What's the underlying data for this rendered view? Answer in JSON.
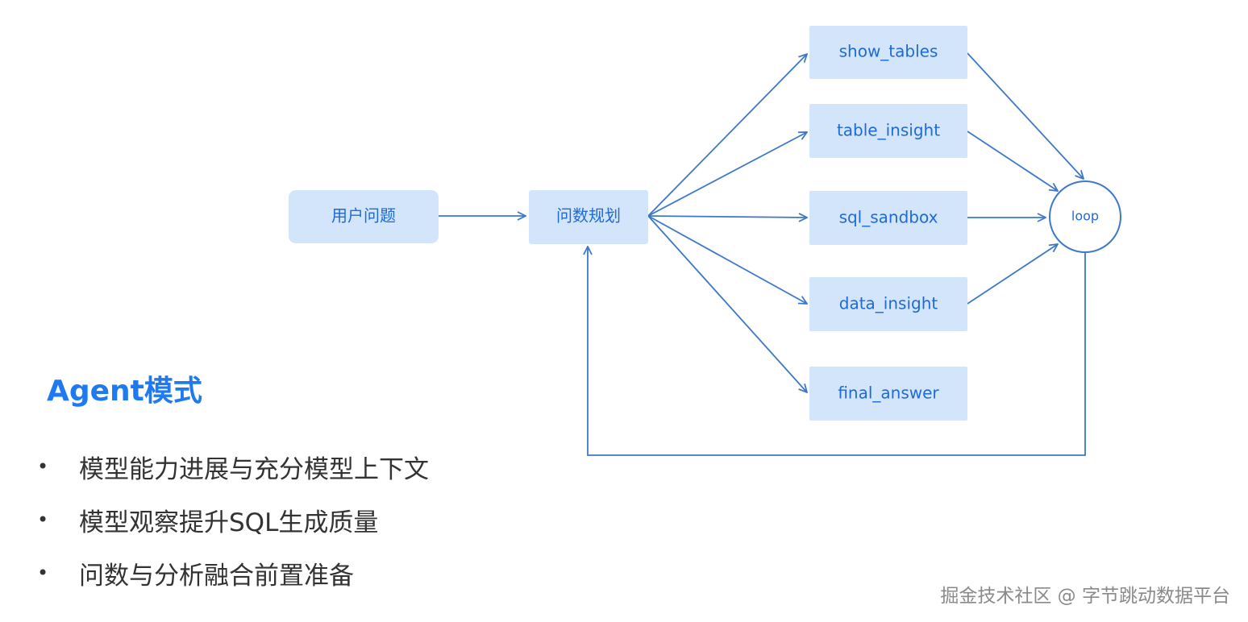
{
  "diagram": {
    "nodes": {
      "user_question": "用户问题",
      "planning": "问数规划",
      "show_tables": "show_tables",
      "table_insight": "table_insight",
      "sql_sandbox": "sql_sandbox",
      "data_insight": "data_insight",
      "final_answer": "final_answer",
      "loop": "loop"
    },
    "colors": {
      "node_fill": "#d3e5fb",
      "node_text": "#1f6ad6",
      "edge": "#3d78c9"
    }
  },
  "section": {
    "title": "Agent模式",
    "bullets": [
      "模型能力进展与充分模型上下文",
      "模型观察提升SQL生成质量",
      "问数与分析融合前置准备"
    ],
    "bullet_marker": "•",
    "title_color": "#1f7af0"
  },
  "watermark": "掘金技术社区 @ 字节跳动数据平台"
}
